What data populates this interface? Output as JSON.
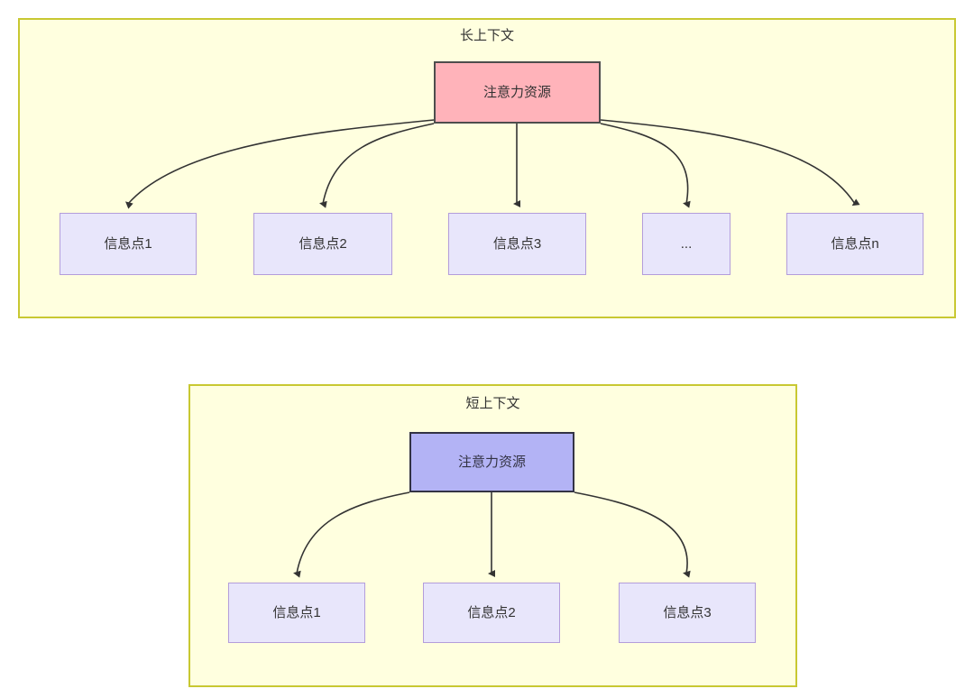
{
  "diagram": {
    "type": "hierarchy-comparison",
    "background_color": "#ffffff",
    "groups": [
      {
        "id": "long-context",
        "title": "长上下文",
        "fill": "#ffffdf",
        "stroke": "#c8c832",
        "root": {
          "label": "注意力资源",
          "fill": "#ffb3ba",
          "stroke": "#4d4d4d"
        },
        "leaves": [
          {
            "label": "信息点1"
          },
          {
            "label": "信息点2"
          },
          {
            "label": "信息点3"
          },
          {
            "label": "..."
          },
          {
            "label": "信息点n"
          }
        ],
        "leaf_fill": "#e8e6fb",
        "leaf_stroke": "#b39ddb"
      },
      {
        "id": "short-context",
        "title": "短上下文",
        "fill": "#ffffdf",
        "stroke": "#c8c832",
        "root": {
          "label": "注意力资源",
          "fill": "#b3b3f5",
          "stroke": "#333344"
        },
        "leaves": [
          {
            "label": "信息点1"
          },
          {
            "label": "信息点2"
          },
          {
            "label": "信息点3"
          }
        ],
        "leaf_fill": "#e8e6fb",
        "leaf_stroke": "#b39ddb"
      }
    ],
    "edge_color": "#333333"
  }
}
